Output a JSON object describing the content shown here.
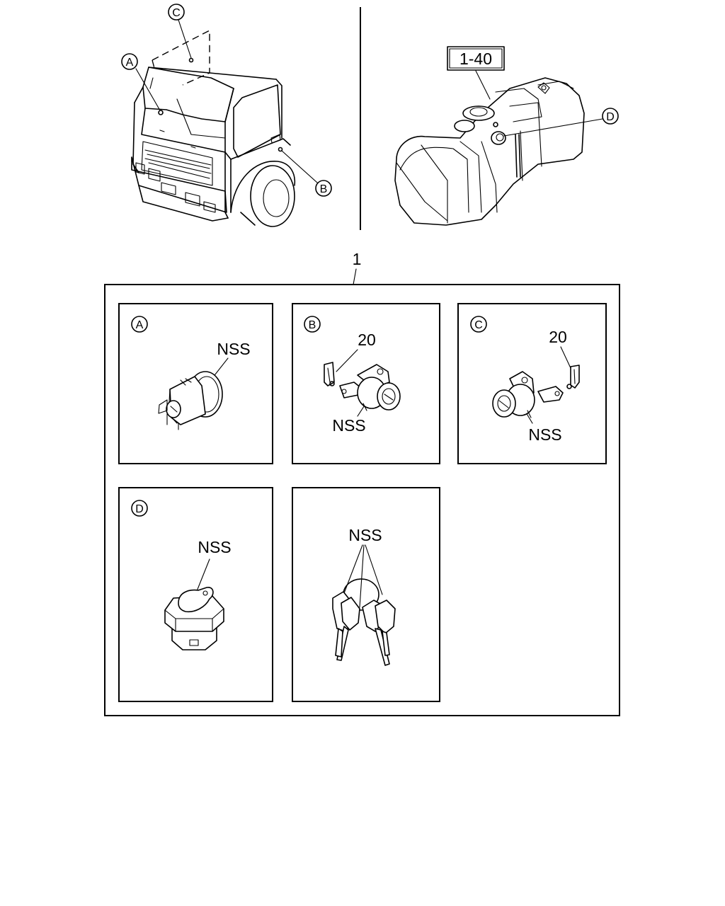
{
  "callouts": {
    "a": "A",
    "b": "B",
    "c": "C",
    "d": "D"
  },
  "reference_label": "1-40",
  "assembly_number": "1",
  "panels": [
    {
      "letter": "A",
      "labels": [
        "NSS"
      ]
    },
    {
      "letter": "B",
      "labels": [
        "20",
        "NSS"
      ]
    },
    {
      "letter": "C",
      "labels": [
        "20",
        "NSS"
      ]
    },
    {
      "letter": "D",
      "labels": [
        "NSS"
      ]
    },
    {
      "letter": "",
      "labels": [
        "NSS"
      ]
    }
  ]
}
